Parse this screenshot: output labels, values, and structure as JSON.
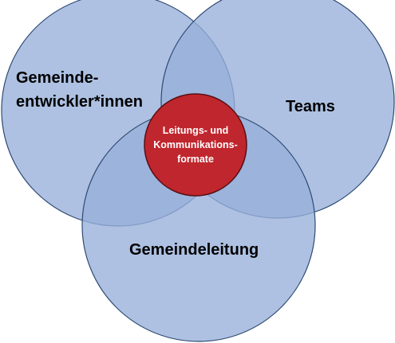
{
  "diagram": {
    "circle_fill": "#97AFDA",
    "circle_stroke": "#2F4B73",
    "center_fill": "#C0262D",
    "center_stroke": "#5A0F12",
    "labels": {
      "left_line1": "Gemeinde-",
      "left_line2": "entwickler*innen",
      "right": "Teams",
      "bottom": "Gemeindeleitung",
      "center_line1": "Leitungs- und",
      "center_line2": "Kommunikations-",
      "center_line3": "formate"
    }
  }
}
